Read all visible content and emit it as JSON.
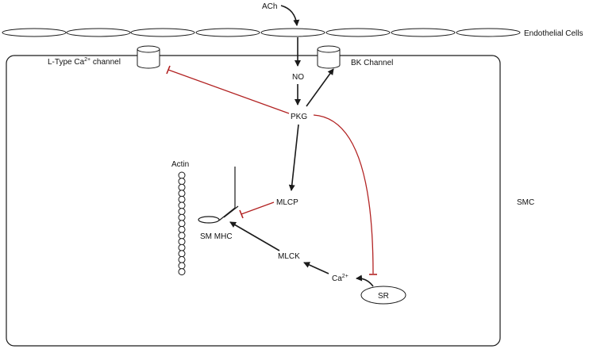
{
  "labels": {
    "ach": "ACh",
    "endothelial": "Endothelial Cells",
    "ltype_prefix": "L-Type Ca",
    "ltype_sup": "2+",
    "ltype_suffix": " channel",
    "bk": "BK Channel",
    "no": "NO",
    "pkg": "PKG",
    "actin": "Actin",
    "mlcp": "MLCP",
    "smmhc": "SM MHC",
    "mlck": "MLCK",
    "ca": "Ca",
    "ca_sup": "2+",
    "sr": "SR",
    "smc": "SMC"
  },
  "colors": {
    "activation": "#1a1a1a",
    "inhibition": "#b22222",
    "outline": "#1a1a1a"
  },
  "icons": {
    "cell_membrane": "endothelial-cell-ellipse",
    "channel": "cylinder-channel",
    "actin": "bead-chain"
  }
}
